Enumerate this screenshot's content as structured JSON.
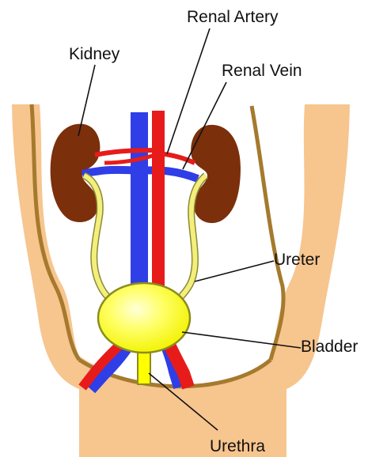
{
  "labels": {
    "kidney": "Kidney",
    "renal_artery": "Renal Artery",
    "renal_vein": "Renal Vein",
    "ureter": "Ureter",
    "bladder": "Bladder",
    "urethra": "Urethra"
  },
  "colors": {
    "body_fill": "#f7c58e",
    "body_outline": "#a57a2e",
    "kidney": "#7b2f0b",
    "artery": "#e81b1b",
    "vein": "#2f3ee6",
    "ureter": "#f4ef7a",
    "ureter_outline": "#8a8a3a",
    "bladder": "#ffff00",
    "bladder_outline": "#8c8c1e",
    "leader_line": "#111111"
  }
}
